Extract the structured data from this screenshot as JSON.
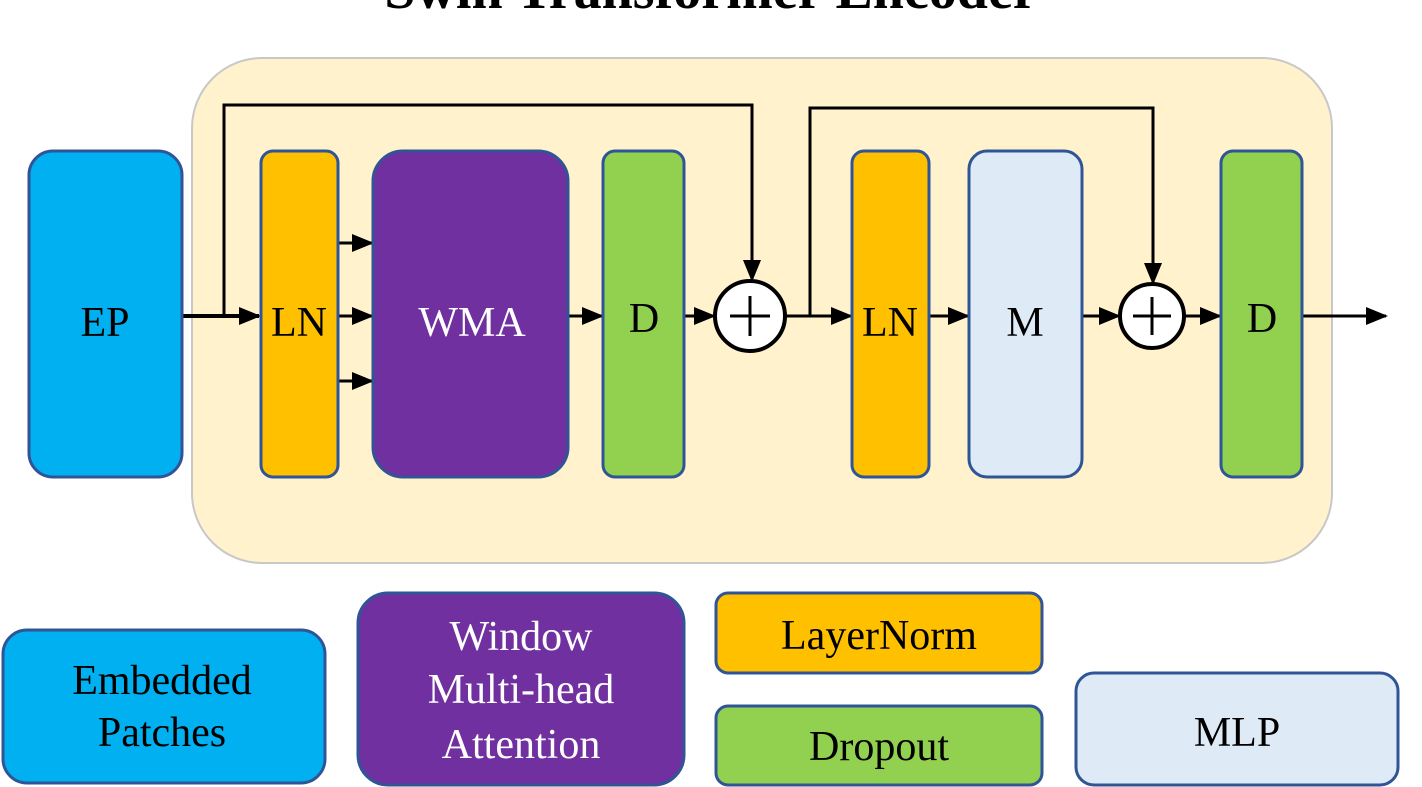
{
  "title": "Swin Transformer Encoder",
  "blocks": {
    "ep": "EP",
    "ln1": "LN",
    "wma": "WMA",
    "d1": "D",
    "ln2": "LN",
    "m": "M",
    "d2": "D"
  },
  "legend": {
    "embedded_line1": "Embedded",
    "embedded_line2": "Patches",
    "window_line1": "Window",
    "window_line2": "Multi-head",
    "window_line3": "Attention",
    "layernorm": "LayerNorm",
    "dropout": "Dropout",
    "mlp": "MLP"
  },
  "colors": {
    "container": "#fff2cc",
    "embedded": "#00b0f0",
    "attention": "#7030a0",
    "layernorm": "#ffc000",
    "dropout": "#92d050",
    "mlp": "#deebf7",
    "border": "#2f5597"
  }
}
